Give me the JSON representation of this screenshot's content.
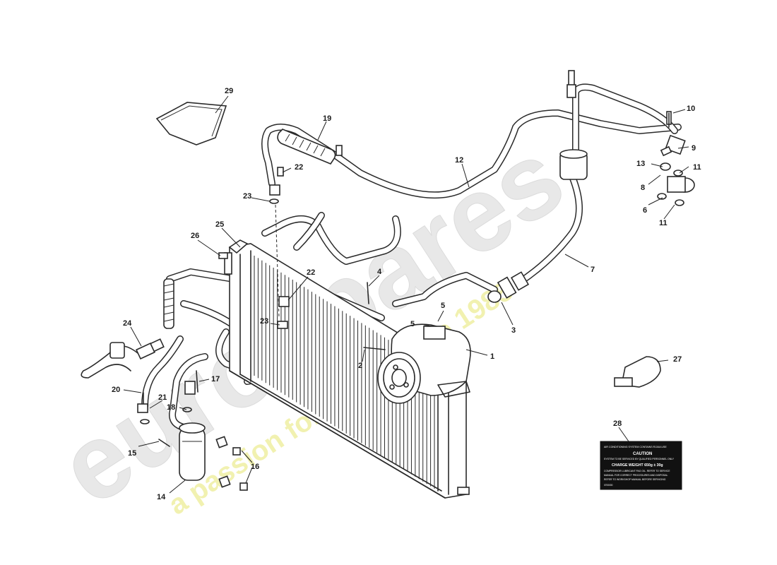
{
  "watermark": {
    "brand": "eurospares",
    "tagline": "a passion for parts since 1985",
    "brand_color": "#e2e2e2",
    "tagline_color": "#ecec9a"
  },
  "callouts": [
    "1",
    "2",
    "3",
    "4",
    "5",
    "5",
    "6",
    "7",
    "8",
    "9",
    "10",
    "11",
    "11",
    "12",
    "13",
    "14",
    "15",
    "16",
    "17",
    "18",
    "19",
    "20",
    "21",
    "22",
    "22",
    "23",
    "23",
    "24",
    "25",
    "26",
    "27",
    "28",
    "29"
  ],
  "label_decal": {
    "line1": "AIR CONDITIONING SYSTEM CONTAINS R134A USE",
    "caution": "CAUTION",
    "line2": "SYSTEM TO BE SERVICED BY QUALIFIED PERSONNEL ONLY",
    "charge": "CHARGE WEIGHT 650g ± 30g",
    "line3": "COMPRESSOR LUBRICANT PAG OIL. REFER TO SERVICE",
    "line4": "MANUAL FOR CORRECT PROCEDURES AND DISPOSAL",
    "line5": "REFER TO WORKSHOP MANUAL BEFORE SERVICING",
    "code": "0700000"
  },
  "colors": {
    "line": "#2a2a2a",
    "label_bg": "#111111"
  }
}
